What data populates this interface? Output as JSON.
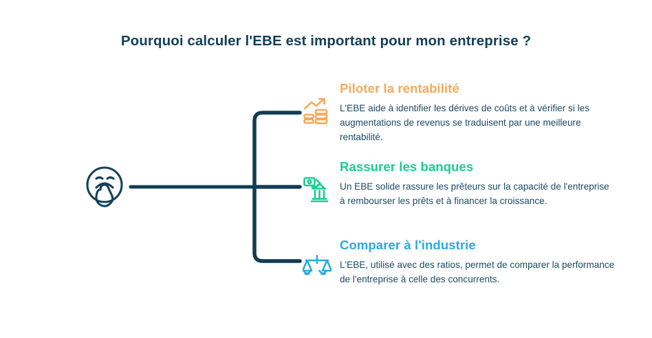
{
  "title": "Pourquoi calculer l'EBE est important pour mon entreprise ?",
  "colors": {
    "navy": "#14405A",
    "connector": "#113C52",
    "body_text": "#1C4A63",
    "orange": "#F6A95A",
    "green": "#17CE92",
    "blue": "#29AAE1",
    "background": "#FFFFFF"
  },
  "central_node": {
    "icon": "abstract-brain-mark-icon",
    "label": ""
  },
  "branches": [
    {
      "icon": "growth-chart-coins-icon",
      "heading": "Piloter la rentabilité",
      "text": "L'EBE aide à identifier les dérives de coûts et à vérifier si les augmentations de revenus se traduisent par une meilleure rentabilité.",
      "color": "#F6A95A"
    },
    {
      "icon": "bank-banknotes-icon",
      "heading": "Rassurer les banques",
      "text": "Un EBE solide rassure les prêteurs sur la capacité de l'entreprise à rembourser les prêts et à financer la croissance.",
      "color": "#17CE92"
    },
    {
      "icon": "balance-scales-icon",
      "heading": "Comparer à l'industrie",
      "text": "L'EBE, utilisé avec des ratios, permet de comparer la performance de l'entreprise à celle des concurrents.",
      "color": "#29AAE1"
    }
  ]
}
